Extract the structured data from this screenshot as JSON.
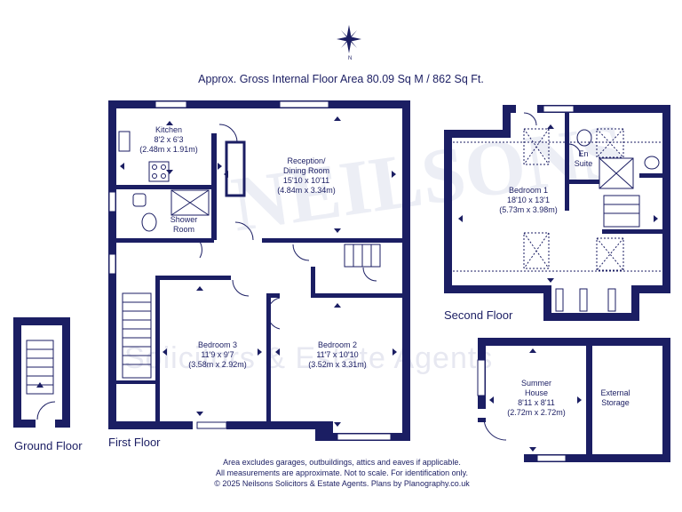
{
  "header": {
    "area_title": "Approx. Gross Internal Floor Area 80.09 Sq M / 862 Sq Ft.",
    "compass_north": "N"
  },
  "watermark": {
    "logo_text": "NEILSONS",
    "text": "Solicitors & Estate Agents"
  },
  "floors": {
    "ground": "Ground Floor",
    "first": "First Floor",
    "second": "Second Floor"
  },
  "rooms": {
    "kitchen": {
      "name": "Kitchen",
      "imperial": "8'2 x 6'3",
      "metric": "(2.48m x 1.91m)"
    },
    "reception": {
      "name_line1": "Reception/",
      "name_line2": "Dining Room",
      "imperial": "15'10 x 10'11",
      "metric": "(4.84m x 3.34m)"
    },
    "shower": {
      "name_line1": "Shower",
      "name_line2": "Room"
    },
    "bedroom3": {
      "name": "Bedroom 3",
      "imperial": "11'9 x 9'7",
      "metric": "(3.58m x 2.92m)"
    },
    "bedroom2": {
      "name": "Bedroom 2",
      "imperial": "11'7 x 10'10",
      "metric": "(3.52m x 3.31m)"
    },
    "bedroom1": {
      "name": "Bedroom 1",
      "imperial": "18'10 x 13'1",
      "metric": "(5.73m x 3.98m)"
    },
    "ensuite": {
      "name_line1": "En",
      "name_line2": "Suite"
    },
    "summer": {
      "name_line1": "Summer",
      "name_line2": "House",
      "imperial": "8'11 x 8'11",
      "metric": "(2.72m x 2.72m)"
    },
    "storage": {
      "name_line1": "External",
      "name_line2": "Storage"
    }
  },
  "footer": {
    "line1": "Area excludes garages, outbuildings, attics and eaves if applicable.",
    "line2": "All measurements are approximate. Not to scale. For identification only.",
    "line3": "© 2025 Neilsons Solicitors & Estate Agents. Plans by Planography.co.uk"
  },
  "colors": {
    "wall": "#1b1e63",
    "text": "#1b1e63",
    "watermark": "#e7e8f1"
  }
}
